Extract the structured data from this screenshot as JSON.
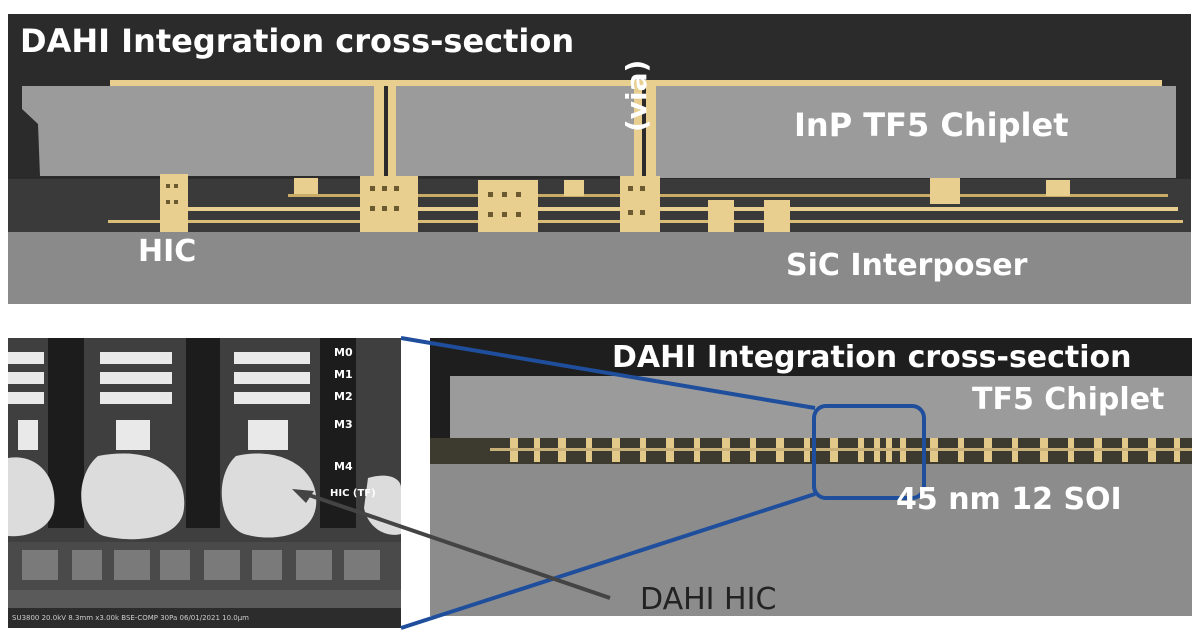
{
  "top": {
    "title": "DAHI Integration cross-section",
    "chiplet_label": "InP TF5 Chiplet",
    "via_label": "(via)",
    "hic_label": "HIC",
    "interposer_label": "SiC Interposer"
  },
  "right": {
    "title": "DAHI Integration cross-section",
    "chiplet_label": "TF5 Chiplet",
    "process_label": "45 nm 12 SOI"
  },
  "sem": {
    "layer_labels": [
      "M0",
      "M1",
      "M2",
      "M3",
      "M4",
      "HIC (TF)"
    ],
    "footer_text": "SU3800 20.0kV 8.3mm x3.00k BSE-COMP 30Pa 06/01/2021    10.0μm"
  },
  "callout": {
    "label": "DAHI HIC"
  },
  "colors": {
    "chiplet_gray": "#9b9b9b",
    "interposer_gray": "#8a8a8a",
    "metal_gold": "#e8cf8f",
    "zoom_outline": "#1f4e9c",
    "background_dark": "#2b2b2b"
  }
}
